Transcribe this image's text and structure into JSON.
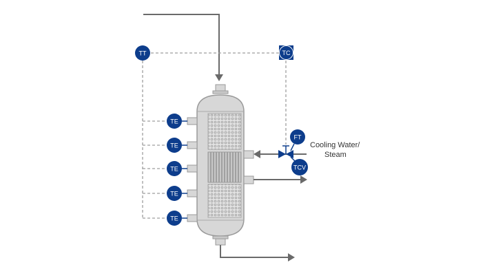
{
  "colors": {
    "instrument": "#0d3d8c",
    "vessel_fill": "#d7d7d7",
    "vessel_stroke": "#9a9a9a",
    "pipe": "#6a6a6a",
    "signal": "#9e9e9e",
    "packing": "#bcbcbc",
    "coil": "#8f8f8f"
  },
  "instruments": {
    "tt": "TT",
    "tc": "TC",
    "ft": "FT",
    "tcv": "TCV",
    "te": [
      "TE",
      "TE",
      "TE",
      "TE",
      "TE"
    ]
  },
  "utility": {
    "line1": "Cooling Water/",
    "line2": "Steam"
  }
}
